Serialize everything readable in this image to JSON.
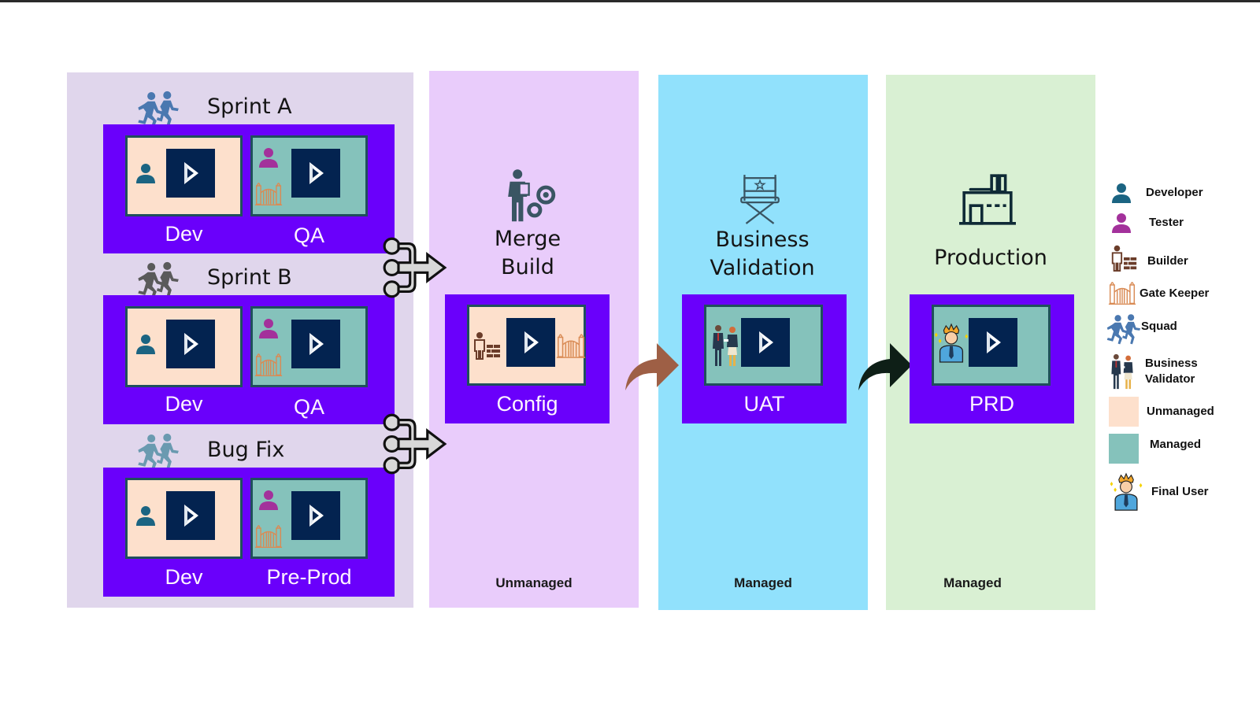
{
  "colors": {
    "unmanaged": "#fde0cc",
    "managed": "#85c2bb",
    "env_frame": "#6a00fb",
    "dynamics_tile": "#032350",
    "developer": "#1b6482",
    "tester": "#a3319b",
    "gatekeeper": "#d98b55",
    "builder": "#6b3d2a",
    "squad": "#4a78b0",
    "arrow_to_uat": "#9e5f45",
    "arrow_to_prd": "#0e1f17"
  },
  "sprints": [
    {
      "name": "Sprint A",
      "environments": [
        {
          "label": "Dev",
          "type": "Unmanaged",
          "roles": [
            "Developer"
          ]
        },
        {
          "label": "QA",
          "type": "Managed",
          "roles": [
            "Tester",
            "Gate Keeper"
          ]
        }
      ]
    },
    {
      "name": "Sprint B",
      "environments": [
        {
          "label": "Dev",
          "type": "Unmanaged",
          "roles": [
            "Developer"
          ]
        },
        {
          "label": "QA",
          "type": "Managed",
          "roles": [
            "Tester",
            "Gate Keeper"
          ]
        }
      ]
    },
    {
      "name": "Bug Fix",
      "environments": [
        {
          "label": "Dev",
          "type": "Unmanaged",
          "roles": [
            "Developer"
          ]
        },
        {
          "label": "Pre-Prod",
          "type": "Managed",
          "roles": [
            "Tester",
            "Gate Keeper"
          ]
        }
      ]
    }
  ],
  "stages": {
    "merge": {
      "title_line1": "Merge",
      "title_line2": "Build",
      "environment": {
        "label": "Config",
        "type": "Unmanaged",
        "roles": [
          "Builder",
          "Gate Keeper"
        ]
      },
      "footer": "Unmanaged"
    },
    "uat": {
      "title_line1": "Business",
      "title_line2": "Validation",
      "environment": {
        "label": "UAT",
        "type": "Managed",
        "roles": [
          "Business Validator"
        ]
      },
      "footer": "Managed"
    },
    "prd": {
      "title_line1": "Production",
      "environment": {
        "label": "PRD",
        "type": "Managed",
        "roles": [
          "Final User"
        ]
      },
      "footer": "Managed"
    }
  },
  "legend": [
    {
      "icon": "developer-icon",
      "label": "Developer"
    },
    {
      "icon": "tester-icon",
      "label": "Tester"
    },
    {
      "icon": "builder-icon",
      "label": "Builder"
    },
    {
      "icon": "gatekeeper-icon",
      "label": "Gate Keeper"
    },
    {
      "icon": "squad-icon",
      "label": "Squad"
    },
    {
      "icon": "business-validator-icon",
      "label_line1": "Business",
      "label_line2": "Validator"
    },
    {
      "icon": "unmanaged-swatch",
      "label": "Unmanaged"
    },
    {
      "icon": "managed-swatch",
      "label": "Managed"
    },
    {
      "icon": "final-user-icon",
      "label": "Final User"
    }
  ]
}
